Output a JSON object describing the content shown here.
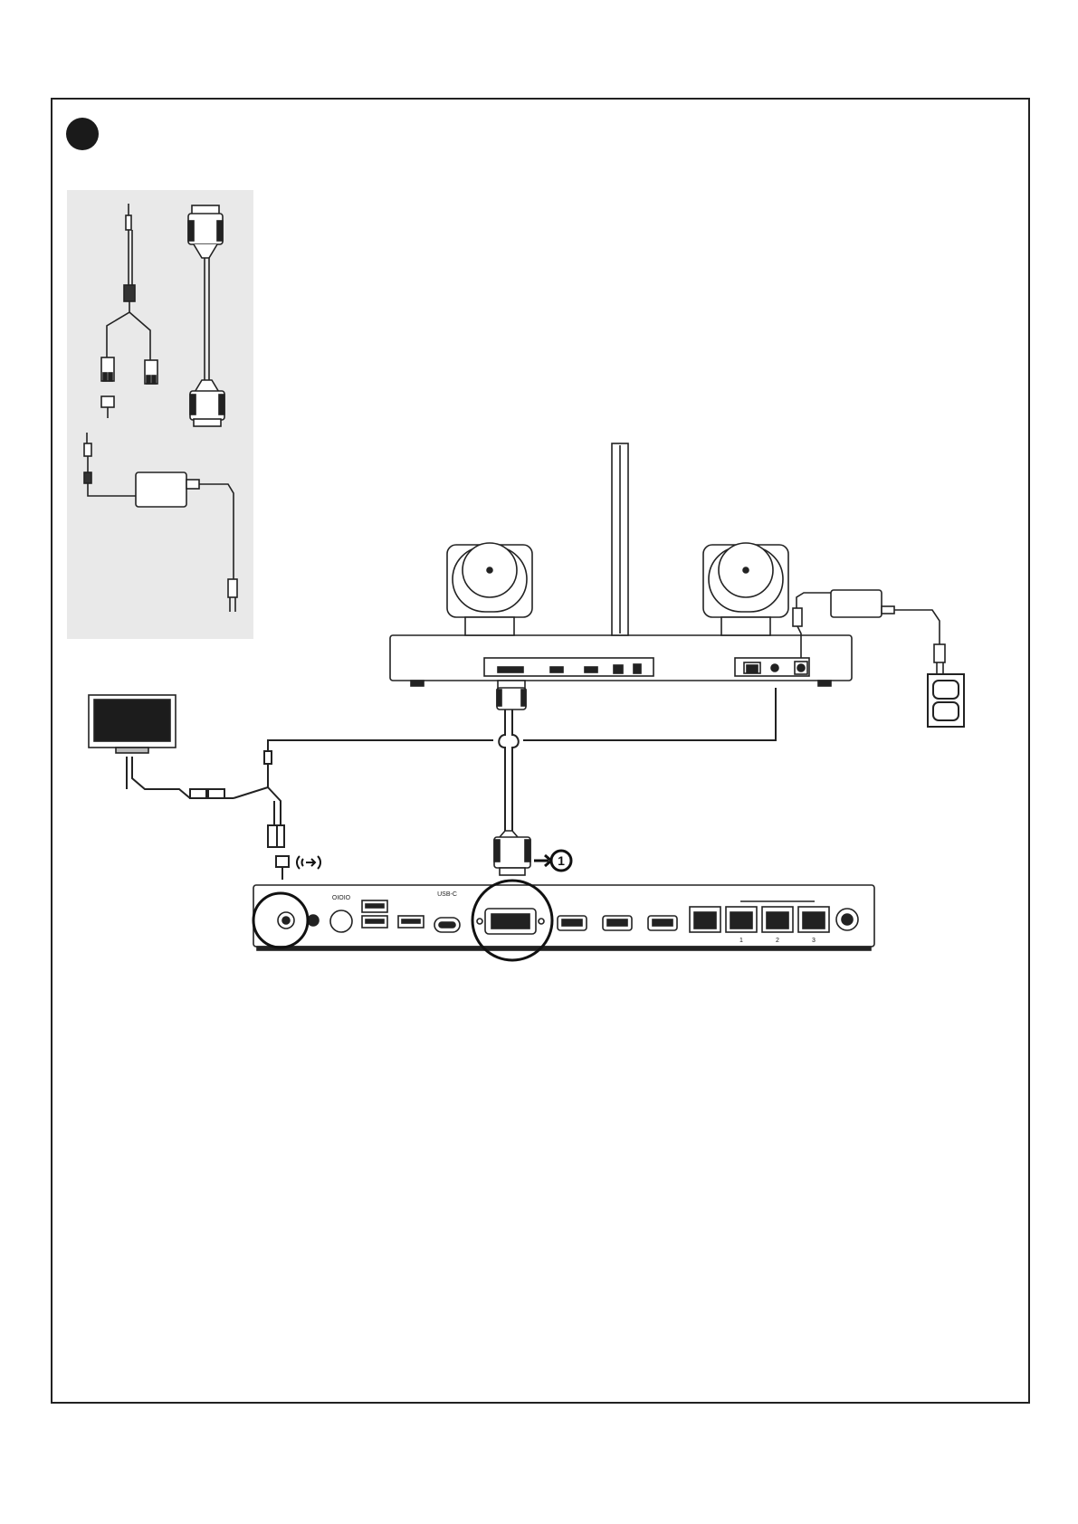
{
  "ports": {
    "usb_c": "USB-C",
    "lan_1": "1",
    "lan_2": "2",
    "lan_3": "3"
  },
  "callout": {
    "input_number": "1"
  }
}
